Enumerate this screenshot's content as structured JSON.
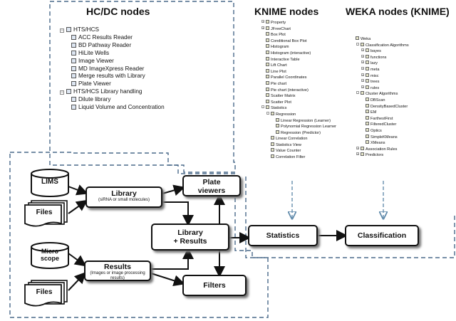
{
  "headings": {
    "hcdc": "HC/DC nodes",
    "knime": "KNIME nodes",
    "weka": "WEKA nodes (KNIME)"
  },
  "hcdc_tree": [
    {
      "label": "HTS/HCS",
      "level": 0,
      "icon": "folder-icon"
    },
    {
      "label": "ACC Results Reader",
      "level": 1,
      "icon": "reader-icon"
    },
    {
      "label": "BD Pathway Reader",
      "level": 1,
      "icon": "pathway-icon"
    },
    {
      "label": "HiLite Wells",
      "level": 1,
      "icon": "wells-icon"
    },
    {
      "label": "Image Viewer",
      "level": 1,
      "icon": "image-icon"
    },
    {
      "label": "MD ImageXpress Reader",
      "level": 1,
      "icon": "imagexpress-icon"
    },
    {
      "label": "Merge results with Library",
      "level": 1,
      "icon": "merge-icon"
    },
    {
      "label": "Plate Viewer",
      "level": 1,
      "icon": "plate-icon"
    },
    {
      "label": "HTS/HCS Library handling",
      "level": 0,
      "icon": "folder-icon"
    },
    {
      "label": "Dilute library",
      "level": 1,
      "icon": "dilute-icon"
    },
    {
      "label": "Liquid Volume and Concentration",
      "level": 1,
      "icon": "liquid-icon"
    }
  ],
  "knime_tree": [
    {
      "label": "Property",
      "level": 0,
      "expander": "+"
    },
    {
      "label": "JFreeChart",
      "level": 0,
      "expander": "+"
    },
    {
      "label": "Box Plot",
      "level": 0,
      "expander": ""
    },
    {
      "label": "Conditional Box Plot",
      "level": 0,
      "expander": ""
    },
    {
      "label": "Histogram",
      "level": 0,
      "expander": ""
    },
    {
      "label": "Histogram (interactive)",
      "level": 0,
      "expander": ""
    },
    {
      "label": "Interactive Table",
      "level": 0,
      "expander": ""
    },
    {
      "label": "Lift Chart",
      "level": 0,
      "expander": ""
    },
    {
      "label": "Line Plot",
      "level": 0,
      "expander": ""
    },
    {
      "label": "Parallel Coordinates",
      "level": 0,
      "expander": ""
    },
    {
      "label": "Pie chart",
      "level": 0,
      "expander": ""
    },
    {
      "label": "Pie chart (interactive)",
      "level": 0,
      "expander": ""
    },
    {
      "label": "Scatter Matrix",
      "level": 0,
      "expander": ""
    },
    {
      "label": "Scatter Plot",
      "level": 0,
      "expander": ""
    },
    {
      "label": "Statistics",
      "level": 0,
      "expander": "-"
    },
    {
      "label": "Regression",
      "level": 1,
      "expander": "-"
    },
    {
      "label": "Linear Regression (Learner)",
      "level": 2,
      "expander": ""
    },
    {
      "label": "Polynomial Regression Learner",
      "level": 2,
      "expander": ""
    },
    {
      "label": "Regression (Predictor)",
      "level": 2,
      "expander": ""
    },
    {
      "label": "Linear Correlation",
      "level": 1,
      "expander": ""
    },
    {
      "label": "Statistics View",
      "level": 1,
      "expander": ""
    },
    {
      "label": "Value Counter",
      "level": 1,
      "expander": ""
    },
    {
      "label": "Correlation Filter",
      "level": 1,
      "expander": ""
    }
  ],
  "weka_tree": [
    {
      "label": "Weka",
      "level": 0,
      "expander": ""
    },
    {
      "label": "Classification Algorithms",
      "level": 1,
      "expander": "-"
    },
    {
      "label": "bayes",
      "level": 2,
      "expander": "+"
    },
    {
      "label": "functions",
      "level": 2,
      "expander": "+"
    },
    {
      "label": "lazy",
      "level": 2,
      "expander": "+"
    },
    {
      "label": "meta",
      "level": 2,
      "expander": "+"
    },
    {
      "label": "misc",
      "level": 2,
      "expander": "+"
    },
    {
      "label": "trees",
      "level": 2,
      "expander": "+"
    },
    {
      "label": "rules",
      "level": 2,
      "expander": "+"
    },
    {
      "label": "Cluster Algorithms",
      "level": 1,
      "expander": "-"
    },
    {
      "label": "DBScan",
      "level": 2,
      "expander": ""
    },
    {
      "label": "DensityBasedCluster",
      "level": 2,
      "expander": ""
    },
    {
      "label": "EM",
      "level": 2,
      "expander": ""
    },
    {
      "label": "FarthestFirst",
      "level": 2,
      "expander": ""
    },
    {
      "label": "FilteredCluster",
      "level": 2,
      "expander": ""
    },
    {
      "label": "Optics",
      "level": 2,
      "expander": ""
    },
    {
      "label": "SimpleKMeans",
      "level": 2,
      "expander": ""
    },
    {
      "label": "XMeans",
      "level": 2,
      "expander": ""
    },
    {
      "label": "Association Rules",
      "level": 1,
      "expander": "+"
    },
    {
      "label": "Predictors",
      "level": 1,
      "expander": "+"
    }
  ],
  "flow": {
    "lims": "LIMS",
    "files_top": "Files",
    "microscope": "Micro scope",
    "files_bottom": "Files",
    "library": {
      "main": "Library",
      "sub": "(siRNA or small molecules)"
    },
    "results": {
      "main": "Results",
      "sub": "(Images or image processing results)"
    },
    "library_results": {
      "line1": "Library",
      "line2": "+ Results"
    },
    "plate_viewers": {
      "line1": "Plate",
      "line2": "viewers"
    },
    "filters": "Filters",
    "statistics": "Statistics",
    "classification": "Classification"
  },
  "colors": {
    "dashed_border": "#4a6a8a",
    "arrow": "#111111",
    "drop_arrow": "#5a86a8"
  }
}
